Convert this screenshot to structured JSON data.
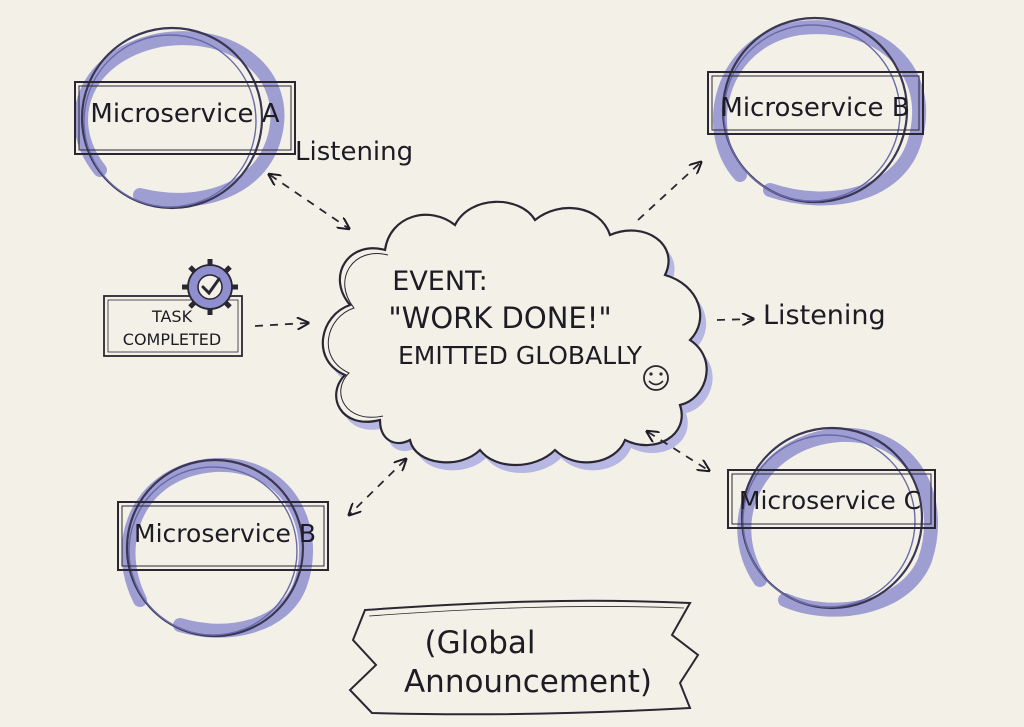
{
  "nodes": {
    "service_a": {
      "label": "Microservice A"
    },
    "service_b_top": {
      "label": "Microservice B"
    },
    "service_b_bottom": {
      "label": "Microservice B"
    },
    "service_c": {
      "label": "Microservice C"
    }
  },
  "event_cloud": {
    "line1": "EVENT:",
    "line2": "\"WORK DONE!\"",
    "line3": "EMITTED GLOBALLY"
  },
  "task": {
    "line1": "TASK",
    "line2": "COMPLETED"
  },
  "listening_labels": {
    "top_left": "Listening",
    "right": "Listening"
  },
  "banner": {
    "line1": "(Global",
    "line2": "Announcement)"
  },
  "colors": {
    "background": "#f3f1e7",
    "ink": "#1d1b24",
    "accent": "#8f8fcf",
    "accent_light": "#b7b7e3"
  },
  "icons": [
    "gear-check-icon",
    "smiley-icon"
  ]
}
